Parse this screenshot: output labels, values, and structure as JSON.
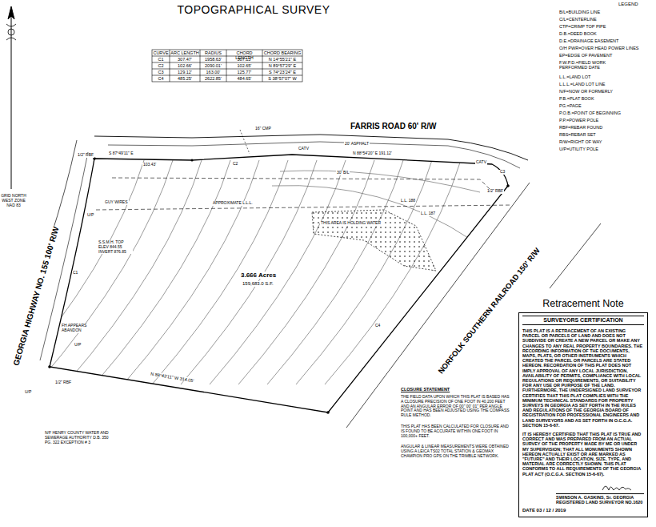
{
  "diagram": {
    "title": "TOPOGRAPHICAL SURVEY",
    "nodes": [
      {
        "text": [
          "Retracement Note",
          "SURVEYORS CERTIFICATION",
          "THIS PLAT IS A RETRACEMENT OF AN EXISTING PARCEL OR PARCELS OF LAND AND DOES NOT SUBDIVIDE OR CREATE A NEW PARCEL OR MAKE ANY CHANGES TO ANY REAL PROPERTY BOUNDARIES. THE RECORDING INFORMATION OF THE DOCUMENTS, MAPS, PLATS, OR OTHER INSTRUMENTS WHICH CREATED THE PARCEL OR PARCELS ARE STATED HEREON. RECORDATION OF THIS PLAT DOES NOT IMPLY APPROVAL OF ANY LOCAL JURISDICTION, AVAILABILITY OF PERMITS, COMPLIANCE WITH LOCAL REGULATIONS OR REQUIREMENTS, OR SUITABILITY FOR ANY USE OR PURPOSE OF THE LAND. FURTHERMORE, THE UNDERSIGNED LAND SURVEYOR CERTIFIES THAT THIS PLAT COMPLIES WITH THE MINIMUM TECHNICAL STANDARDS FOR PROPERTY SURVEYS IN GEORGIA AS SET FORTH IN THE RULES AND REGULATIONS OF THE GEORGIA BOARD OF REGISTRATION FOR PROFESSIONAL ENGINEERS AND LAND SURVEYORS AND AS SET FORTH IN O.C.G.A. SECTION 15-6-67.",
          "IT IS HEREBY CERTIFIED THAT THIS PLAT IS TRUE AND CORRECT AND WAS PREPARED FROM AN ACTUAL SURVEY OF THE PROPERTY MADE BY ME OR UNDER MY SUPERVISION; THAT ALL MONUMENTS SHOWN HEREON ACTUALLY EXIST OR ARE MARKED AS \"FUTURE\" AND THEIR LOCATION, SIZE, TYPE, AND MATERIAL ARE CORRECTLY SHOWN. THIS PLAT CONFORMS TO ALL REQUIREMENTS OF THE GEORGIA PLAT ACT (O.C.G.A. SECTION 15-6-67).",
          "SWINSON A. GASKINS, Sr. GEORGIA REGISTERED LAND SURVEYOR NO.1620",
          "DATE 03 / 12 / 2019"
        ]
      }
    ],
    "labels": [
      "LEGEND",
      "B/L=BUILDING LINE",
      "C/L=CENTERLINE",
      "CTP=CRIMP TOP PIPE",
      "D.B.=DEED BOOK",
      "D.E.=DRAINAGE EASEMENT",
      "O/H PWR=OVER HEAD POWER LINES",
      "EP=EDGE OF PAVEMENT",
      "F.W.P.D.=FIELD WORK PERFORMED DATE",
      "L.L.=LAND LOT",
      "L.L.L.=LAND LOT LINE",
      "N/F=NOW OR FORMERLY",
      "P.B.=PLAT BOOK",
      "PG.=PAGE",
      "P.O.B.=POINT OF BEGINNING",
      "P.P.=POWER POLE",
      "RBF=REBAR FOUND",
      "RBS=REBAR SET",
      "R/W=RIGHT OF WAY",
      "U/P=UTILITY POLE",
      "GRID NORTH WEST ZONE NAD 83",
      "CURVE",
      "ARC LENGTH",
      "RADIUS",
      "CHORD LENGTH",
      "CHORD BEARING",
      "C1",
      "307.47'",
      "1958.63'",
      "307.15'",
      "N 14°55'21\" E",
      "C2",
      "102.66'",
      "2090.01'",
      "102.65'",
      "N 89°57'29\" E",
      "C3",
      "129.12'",
      "163.00'",
      "125.77'",
      "S 74°23'24\" E",
      "C4",
      "485.25'",
      "2622.85'",
      "484.65'",
      "S 38°57'07\" W",
      "FARRIS ROAD 60' R/W",
      "16\" CMP",
      "20' ASPHALT",
      "S 87°49'11\" E",
      "103.43'",
      "C2",
      "CATV",
      "N 88°54'20\" E 191.12'",
      "CATV",
      "1/2\" RBF",
      "C3",
      "30' B/L",
      "APPROXIMATE L.L.L.",
      "L.L. 188",
      "L.L. 187",
      "THIS AREA IS HOLDING WATER",
      "1/2\" RBF",
      "U/P",
      "GUY WIRES",
      "S.S.M.H. TOP ELEV 844.55 INVERT 876.85",
      "GEORGIA HIGHWAY NO. 155 100' R/W",
      "C1",
      "3.666 Acres",
      "159,683.0 S.F.",
      "NORFOLK SOUTHERN RAILROAD 150' R/W",
      "C4",
      "FH APPEARS ABANDON",
      "U/P",
      "U/P",
      "1/2\" RBF",
      "N 88°43'11\" W 314.05'",
      "N/F HENRY COUNTY WATER AND SEWERAGE AUTHORITY D.B. 350 PG. 322 EXCEPTION # 3",
      "CLOSURE STATEMENT",
      "THE FIELD DATA UPON WHICH THIS PLAT IS BASED HAS A CLOSURE PRECISION OF ONE FOOT IN 40,200 FEET AND AN ANGULAR ERROR OF 00\" 00' 01\" PER ANGLE POINT AND HAS BEEN ADJUSTED USING THE COMPASS RULE METHOD.",
      "THIS PLAT HAS BEEN CALCULATED FOR CLOSURE AND IS FOUND TO BE ACCURATE WITHIN ONE FOOT IN 100,000+ FEET.",
      "ANGULAR & LINEAR MEASUREMENTS WERE OBTAINED USING A LEICA TS02 TOTAL STATION & GEOMAX CHAMPION PRO GPS ON THE TRIMBLE NETWORK."
    ]
  }
}
